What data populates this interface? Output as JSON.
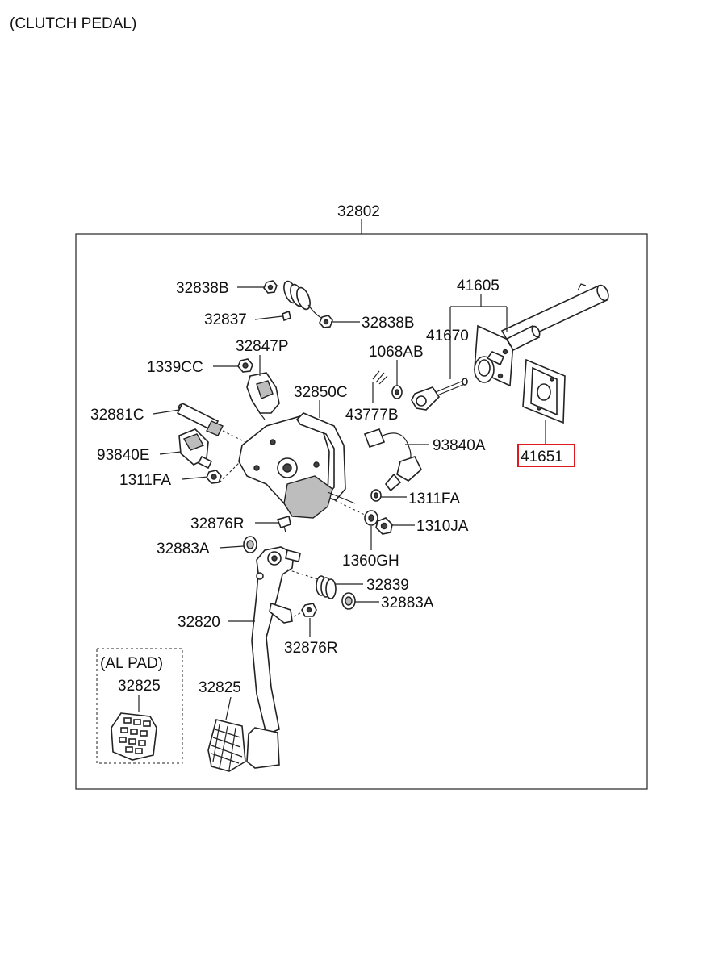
{
  "title": "(CLUTCH PEDAL)",
  "assembly_label": "32802",
  "inset_title": "(AL PAD)",
  "highlight_color": "#e0191e",
  "labels": {
    "l32838B_1": "32838B",
    "l32837": "32837",
    "l32838B_2": "32838B",
    "l41605": "41605",
    "l41670": "41670",
    "l1068AB": "1068AB",
    "l32847P": "32847P",
    "l1339CC": "1339CC",
    "l32850C": "32850C",
    "l43777B": "43777B",
    "l32881C": "32881C",
    "l93840E": "93840E",
    "l93840A": "93840A",
    "l41651": "41651",
    "l1311FA_1": "1311FA",
    "l1311FA_2": "1311FA",
    "l32876R_1": "32876R",
    "l1310JA": "1310JA",
    "l32883A_1": "32883A",
    "l1360GH": "1360GH",
    "l32839": "32839",
    "l32883A_2": "32883A",
    "l32820": "32820",
    "l32876R_2": "32876R",
    "l32825_inset": "32825",
    "l32825": "32825"
  }
}
